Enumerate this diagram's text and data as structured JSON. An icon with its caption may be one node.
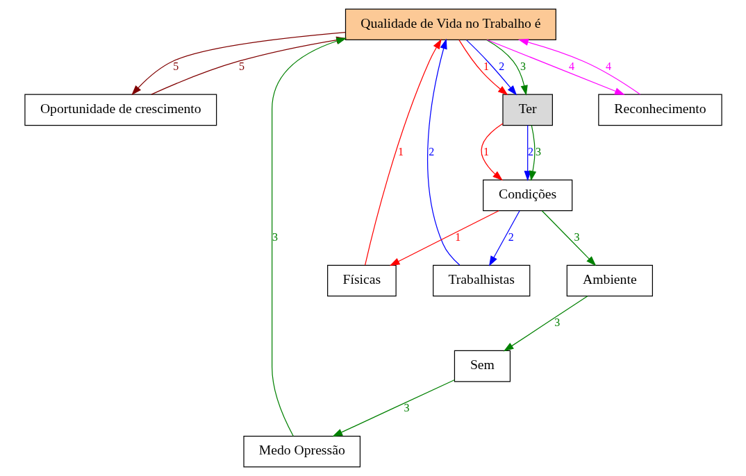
{
  "diagram": {
    "nodes": [
      {
        "text": [
          "Qualidade de Vida no Trabalho é"
        ]
      },
      {
        "text": [
          "Oportunidade de crescimento"
        ]
      },
      {
        "text": [
          "Ter"
        ]
      },
      {
        "text": [
          "Reconhecimento"
        ]
      },
      {
        "text": [
          "Condições"
        ]
      },
      {
        "text": [
          "Ambiente"
        ]
      },
      {
        "text": [
          "Físicas"
        ]
      },
      {
        "text": [
          "Trabalhistas"
        ]
      },
      {
        "text": [
          "Sem"
        ]
      },
      {
        "text": [
          "Medo Opressão"
        ]
      }
    ],
    "edges": [
      {
        "from": 0,
        "to": 2,
        "arrow": "to",
        "label": "1",
        "color": "#ff0000"
      },
      {
        "from": 0,
        "to": 2,
        "arrow": "to",
        "label": "2",
        "color": "#0000ff"
      },
      {
        "from": 0,
        "to": 2,
        "arrow": "to",
        "label": "3"
      },
      {
        "from": 0,
        "to": 3,
        "arrow": "to",
        "label": "4",
        "color": "#ff00ff"
      },
      {
        "from": 3,
        "to": 0,
        "arrow": "to",
        "label": "4",
        "color": "#ff00ff"
      },
      {
        "from": 0,
        "to": 1,
        "arrow": "to",
        "label": "5",
        "color": "#800000"
      },
      {
        "from": 1,
        "to": 0,
        "arrow": "to",
        "label": "5",
        "color": "#800000"
      },
      {
        "from": 2,
        "to": 4,
        "arrow": "to",
        "label": "1",
        "color": "#ff0000"
      },
      {
        "from": 2,
        "to": 4,
        "arrow": "to",
        "label": "2",
        "color": "#0000ff"
      },
      {
        "from": 2,
        "to": 4,
        "arrow": "to",
        "label": "3"
      },
      {
        "from": 4,
        "to": 6,
        "arrow": "to",
        "label": "1",
        "color": "#ff0000"
      },
      {
        "from": 4,
        "to": 7,
        "arrow": "to",
        "label": "2",
        "color": "#0000ff"
      },
      {
        "from": 4,
        "to": 5,
        "arrow": "to",
        "label": "3"
      },
      {
        "from": 6,
        "to": 0,
        "arrow": "to",
        "label": "1",
        "color": "#ff0000"
      },
      {
        "from": 7,
        "to": 0,
        "arrow": "to",
        "label": "2",
        "color": "#0000ff"
      },
      {
        "from": 5,
        "to": 8,
        "arrow": "to",
        "label": "3"
      },
      {
        "from": 8,
        "to": 9,
        "arrow": "to",
        "label": "3"
      },
      {
        "from": 9,
        "to": 0,
        "arrow": "to",
        "label": "3"
      }
    ]
  }
}
